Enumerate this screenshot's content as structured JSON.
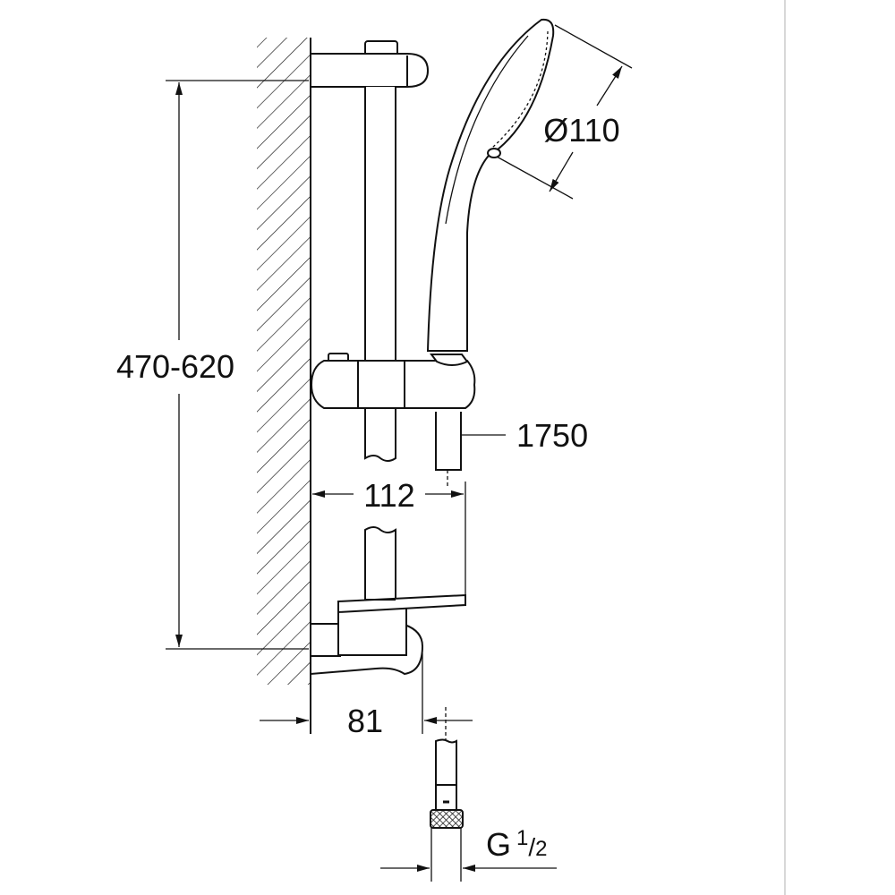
{
  "drawing": {
    "dimensions": {
      "height_range": "470-620",
      "head_diameter": "Ø110",
      "hose_length": "1750",
      "rail_projection": "112",
      "bracket_projection": "81",
      "thread_main": "G",
      "thread_num": "1",
      "thread_den": "2"
    },
    "colors": {
      "line": "#111111",
      "background": "#ffffff",
      "border": "#cccccc"
    }
  }
}
